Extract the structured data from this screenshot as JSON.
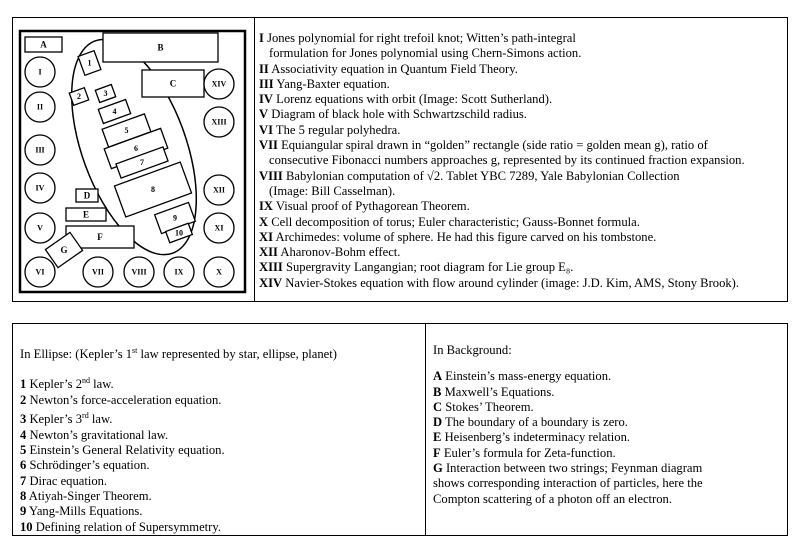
{
  "diagram": {
    "rects": [
      "A",
      "B",
      "C",
      "D",
      "E",
      "F",
      "G"
    ],
    "circles": [
      "I",
      "II",
      "III",
      "IV",
      "V",
      "VI",
      "VII",
      "VIII",
      "IX",
      "X",
      "XI",
      "XII",
      "XIII",
      "XIV"
    ],
    "ellipse_items": [
      "1",
      "2",
      "3",
      "4",
      "5",
      "6",
      "7",
      "8",
      "9",
      "10"
    ]
  },
  "legend_roman": [
    {
      "num": "I",
      "text": "Jones polynomial for right trefoil knot; Witten’s path-integral"
    },
    {
      "num": "",
      "text": "formulation for Jones polynomial using Chern-Simons action."
    },
    {
      "num": "II",
      "text": "Associativity equation in Quantum Field Theory."
    },
    {
      "num": "III",
      "text": "Yang-Baxter equation."
    },
    {
      "num": "IV",
      "text": "Lorenz equations with orbit    (Image: Scott Sutherland)."
    },
    {
      "num": "V",
      "text": "Diagram of black hole with Schwartzschild radius."
    },
    {
      "num": "VI",
      "text": "The 5 regular polyhedra."
    },
    {
      "num": "VII",
      "text": "Equiangular spiral drawn in “golden” rectangle (side ratio = golden mean g), ratio of"
    },
    {
      "num": "",
      "text": "consecutive Fibonacci numbers approaches g, represented by its continued fraction expansion."
    },
    {
      "num": "VIII",
      "text": "Babylonian computation of √2. Tablet YBC 7289, Yale Babylonian Collection"
    },
    {
      "num": "",
      "text": "(Image: Bill Casselman)."
    },
    {
      "num": "IX",
      "text": "Visual proof of Pythagorean Theorem."
    },
    {
      "num": "X",
      "text": "Cell decomposition of torus; Euler characteristic; Gauss-Bonnet formula."
    },
    {
      "num": "XI",
      "text": "Archimedes: volume of sphere. He had this figure carved on his tombstone."
    },
    {
      "num": "XII",
      "text": "Aharonov-Bohm effect."
    },
    {
      "num": "XIII",
      "text": "Supergravity Langangian; root diagram for Lie group E₈."
    },
    {
      "num": "XIV",
      "text": "Navier-Stokes equation with flow around cylinder (image: J.D. Kim, AMS, Stony Brook)."
    }
  ],
  "ellipse_section": {
    "heading_pre": "In Ellipse:  (Kepler’s 1",
    "heading_sup": "st",
    "heading_post": " law represented by star, ellipse, planet)",
    "items": [
      {
        "num": "1",
        "pre": "Kepler’s 2",
        "sup": "nd",
        "post": " law."
      },
      {
        "num": "2",
        "pre": "Newton’s force-acceleration equation.",
        "sup": "",
        "post": ""
      },
      {
        "num": "3",
        "pre": "Kepler’s 3",
        "sup": "rd",
        "post": " law."
      },
      {
        "num": "4",
        "pre": "Newton’s gravitational law.",
        "sup": "",
        "post": ""
      },
      {
        "num": "5",
        "pre": "Einstein’s General Relativity equation.",
        "sup": "",
        "post": ""
      },
      {
        "num": "6",
        "pre": "Schrödinger’s equation.",
        "sup": "",
        "post": ""
      },
      {
        "num": "7",
        "pre": "Dirac equation.",
        "sup": "",
        "post": ""
      },
      {
        "num": "8",
        "pre": "Atiyah-Singer Theorem.",
        "sup": "",
        "post": ""
      },
      {
        "num": "9",
        "pre": "Yang-Mills Equations.",
        "sup": "",
        "post": ""
      },
      {
        "num": "10",
        "pre": "Defining relation of Supersymmetry.",
        "sup": "",
        "post": ""
      }
    ]
  },
  "background_section": {
    "heading": "In Background:",
    "items": [
      {
        "num": "A",
        "text": "Einstein’s mass-energy equation."
      },
      {
        "num": "B",
        "text": "Maxwell’s Equations."
      },
      {
        "num": "C",
        "text": "Stokes’ Theorem."
      },
      {
        "num": "D",
        "text": "The boundary of a boundary is zero."
      },
      {
        "num": "E",
        "text": "Heisenberg’s indeterminacy relation."
      },
      {
        "num": "F",
        "text": " Euler’s formula for Zeta-function."
      },
      {
        "num": "G",
        "text": "Interaction between two strings; Feynman diagram"
      },
      {
        "num": "",
        "text": "shows corresponding interaction of particles, here the"
      },
      {
        "num": "",
        "text": "Compton scattering of a photon off an electron."
      }
    ]
  }
}
